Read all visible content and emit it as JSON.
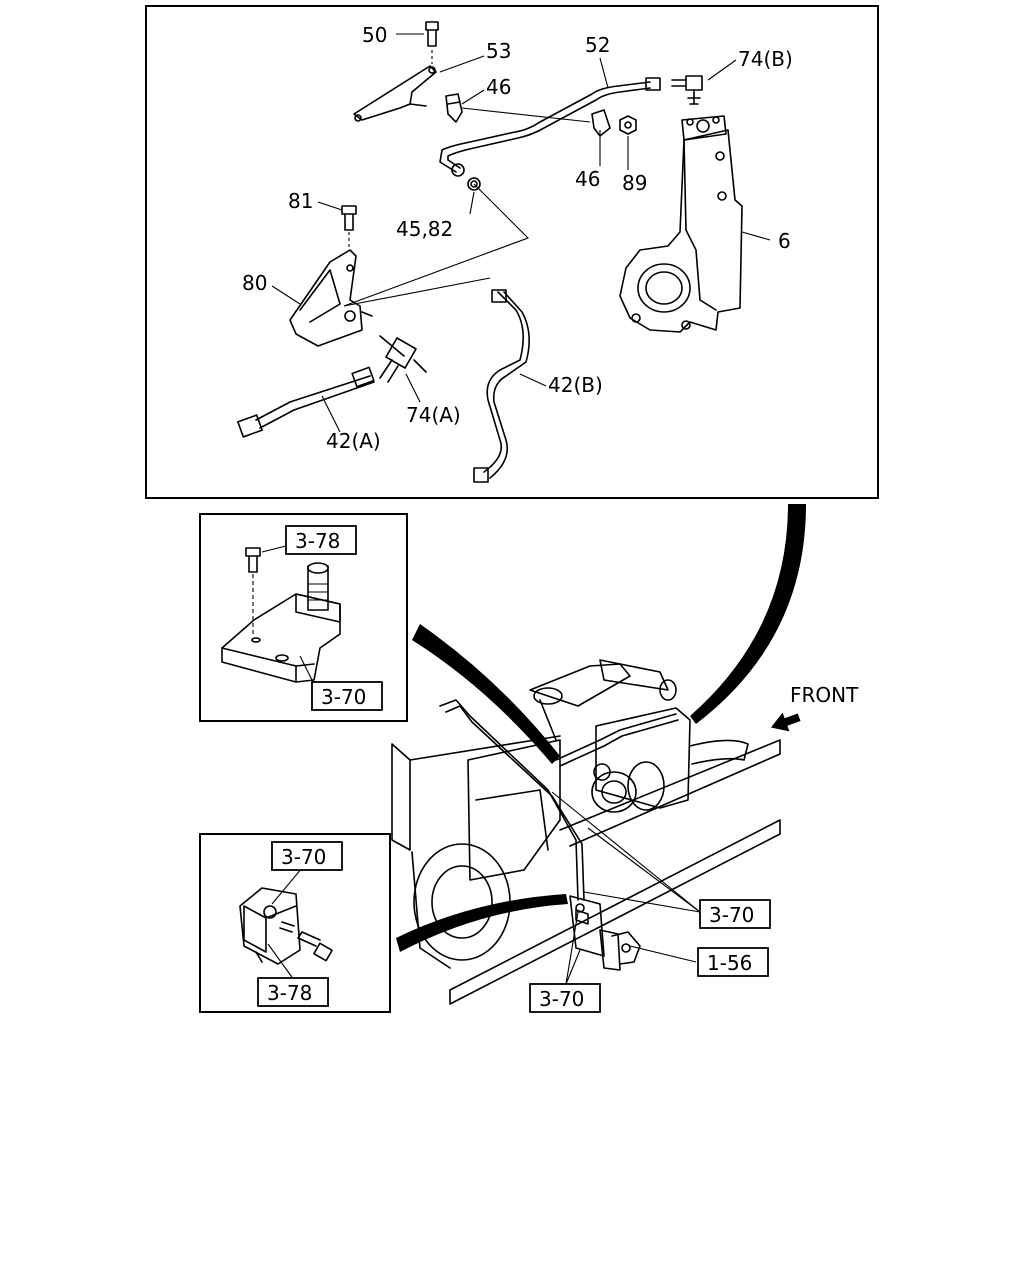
{
  "callouts": {
    "c50": "50",
    "c53": "53",
    "c52": "52",
    "c74b": "74(B)",
    "c46a": "46",
    "c46b": "46",
    "c89": "89",
    "c6": "6",
    "c81": "81",
    "c4582": "45,82",
    "c80": "80",
    "c42b": "42(B)",
    "c74a": "74(A)",
    "c42a": "42(A)"
  },
  "boxed_refs": {
    "top_inset_bolt": "3-78",
    "top_inset_bracket": "3-70",
    "bottom_inset_top": "3-70",
    "bottom_inset_bolt": "3-78",
    "engine_clip_right": "3-70",
    "engine_clip_bottom": "3-70",
    "engine_part": "1-56"
  },
  "direction_label": "FRONT"
}
